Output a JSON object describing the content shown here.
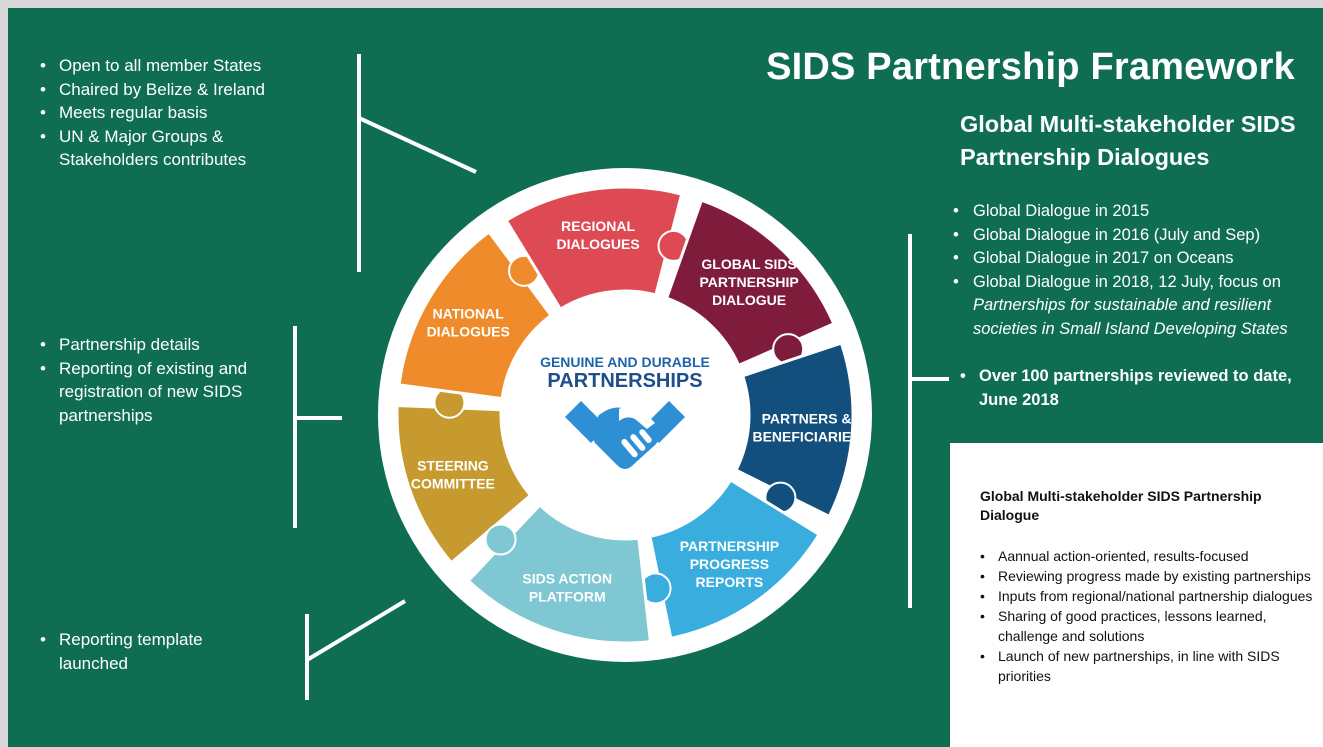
{
  "title": "SIDS Partnership Framework",
  "left": {
    "group1": [
      "Open to all member States",
      "Chaired by Belize & Ireland",
      "Meets regular basis",
      "UN & Major Groups & Stakeholders contributes"
    ],
    "group2": [
      "Partnership details",
      "Reporting of existing and registration of new SIDS partnerships"
    ],
    "group3": [
      "Reporting template launched"
    ]
  },
  "wheel": {
    "center_line1": "GENUINE AND DURABLE",
    "center_line2": "PARTNERSHIPS",
    "center_icon": "handshake-icon",
    "segments": [
      {
        "id": "steering-committee",
        "lines": [
          "STEERING",
          "COMMITTEE"
        ],
        "color": "#c79a2f"
      },
      {
        "id": "national-dialogues",
        "lines": [
          "NATIONAL",
          "DIALOGUES"
        ],
        "color": "#f08b2b"
      },
      {
        "id": "regional-dialogues",
        "lines": [
          "REGIONAL",
          "DIALOGUES"
        ],
        "color": "#de4a53"
      },
      {
        "id": "global-sids-partnership-dialogue",
        "lines": [
          "GLOBAL SIDS",
          "PARTNERSHIP",
          "DIALOGUE"
        ],
        "color": "#7f1c3c"
      },
      {
        "id": "partners-beneficiaries",
        "lines": [
          "PARTNERS &",
          "BENEFICIARIES"
        ],
        "color": "#134f7c"
      },
      {
        "id": "partnership-progress-reports",
        "lines": [
          "PARTNERSHIP",
          "PROGRESS",
          "REPORTS"
        ],
        "color": "#3aaddf"
      },
      {
        "id": "sids-action-platform",
        "lines": [
          "SIDS ACTION",
          "PLATFORM"
        ],
        "color": "#7ec7d3"
      }
    ]
  },
  "right": {
    "subtitle": "Global Multi-stakeholder SIDS Partnership Dialogues",
    "bullets": [
      "Global Dialogue in 2015",
      "Global Dialogue in 2016 (July and Sep)",
      "Global Dialogue in 2017 on Oceans"
    ],
    "bullet4_text": "Global Dialogue in 2018, 12 July, focus on ",
    "bullet4_emphasis": "Partnerships for sustainable and resilient societies in Small Island Developing States",
    "highlight": "Over 100 partnerships reviewed to date, June 2018"
  },
  "info_box": {
    "title": "Global Multi-stakeholder SIDS Partnership Dialogue",
    "items": [
      "Aannual action-oriented, results-focused",
      "Reviewing progress made by existing partnerships",
      "Inputs from regional/national partnership dialogues",
      "Sharing of good practices, lessons learned, challenge and solutions",
      "Launch of new partnerships, in line with SIDS priorities"
    ]
  },
  "colors": {
    "background": "#0f6e52",
    "connector": "#ffffff",
    "center_text": "#1f63a8",
    "handshake": "#2f8fd4"
  }
}
